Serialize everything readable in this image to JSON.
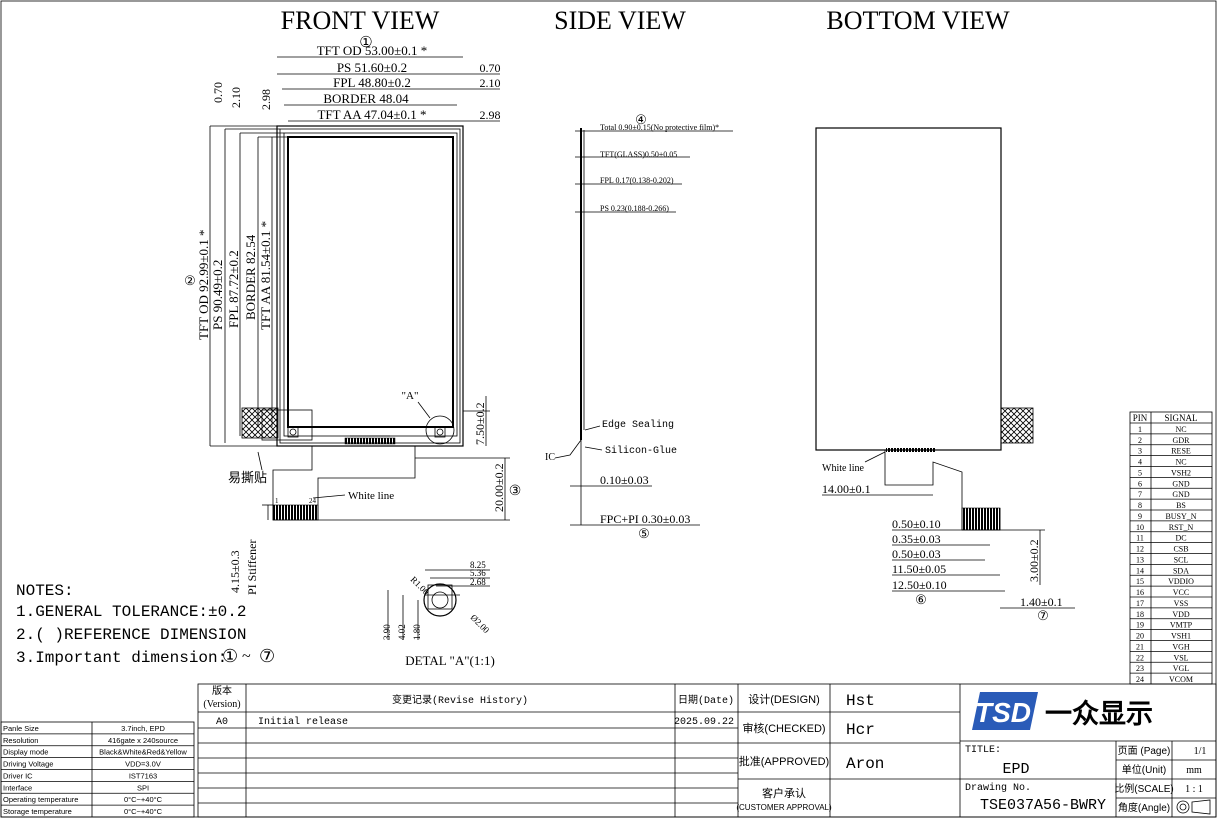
{
  "views": {
    "front": "FRONT VIEW",
    "side": "SIDE VIEW",
    "bottom": "BOTTOM VIEW"
  },
  "circled": [
    "①",
    "②",
    "③",
    "④",
    "⑤",
    "⑥",
    "⑦"
  ],
  "front": {
    "width_dims": [
      "TFT OD 53.00±0.1 *",
      "PS 51.60±0.2",
      "FPL 48.80±0.2",
      "BORDER  48.04",
      "TFT AA 47.04±0.1 *"
    ],
    "right_dims": [
      "0.70",
      "2.10",
      "2.98"
    ],
    "top_vert": [
      "0.70",
      "2.10",
      "2.98"
    ],
    "height_dims": [
      "TFT OD 92.99±0.1 *",
      "PS 90.49±0.2",
      "FPL 87.72±0.2",
      "BORDER 82.54",
      "TFT AA 81.54±0.1 *"
    ],
    "detail_label": "\"A\"",
    "dim_750": "7.50±0.2",
    "dim_2000": "20.00±0.2",
    "tear_label": "易撕贴",
    "white_line": "White line",
    "pin1": "1",
    "pin24": "24",
    "stiffener": "4.15±0.3",
    "stiffener_label": "PI Stiffener"
  },
  "side": {
    "labels": [
      "Total 0.90±0.15(No protective film)*",
      "TFT(GLASS)0.50±0.05",
      "FPL 0.17(0.138-0.202)",
      "PS 0.23(0.188-0.266)"
    ],
    "edge_sealing": "Edge Sealing",
    "silicon_glue": "Silicon-Glue",
    "ic": "IC",
    "dim_010": "0.10±0.03",
    "fpc": "FPC+PI 0.30±0.03"
  },
  "bottom": {
    "white_line": "White line",
    "dim_14": "14.00±0.1",
    "dims": [
      "0.50±0.10",
      "0.35±0.03",
      "0.50±0.03",
      "11.50±0.05",
      "12.50±0.10"
    ],
    "dim_300": "3.00±0.2",
    "dim_140": "1.40±0.1"
  },
  "detail": {
    "title": "DETAL \"A\"(1:1)",
    "r": "R1.00",
    "d": "Ø2.00",
    "h": [
      "8.25",
      "5.36",
      "2.68"
    ],
    "v": [
      "3.90",
      "4.02",
      "1.80"
    ]
  },
  "notes": {
    "title": "NOTES:",
    "lines": [
      "1.GENERAL TOLERANCE:±0.2",
      "2.(  )REFERENCE DIMENSION",
      "3.Important dimension:"
    ]
  },
  "specs": [
    [
      "Panle Size",
      "3.7inch, EPD"
    ],
    [
      "Resolution",
      "416gate x 240source"
    ],
    [
      "Display mode",
      "Black&White&Red&Yellow"
    ],
    [
      "Driving Voltage",
      "VDD=3.0V"
    ],
    [
      "Driver IC",
      "IST7163"
    ],
    [
      "Interface",
      "SPI"
    ],
    [
      "Operating temperature",
      "0°C~+40°C"
    ],
    [
      "Storage temperature",
      "0°C~+40°C"
    ]
  ],
  "revision": {
    "h_version": "版本",
    "h_version2": "(Version)",
    "h_record": "变更记录(Revise History)",
    "h_date": "日期(Date)",
    "version": "A0",
    "record": "Initial release",
    "date": "2025.09.22"
  },
  "approval": {
    "design_label": "设计(DESIGN)",
    "design": "Hst",
    "checked_label": "审核(CHECKED)",
    "checked": "Hcr",
    "approved_label": "批准(APPROVED)",
    "approved": "Aron",
    "customer_label": "客户承认",
    "customer_label2": "(CUSTOMER APPROVAL)"
  },
  "titleblock": {
    "logo": "TSD",
    "company": "一众显示",
    "title_label": "TITLE:",
    "title": "EPD",
    "drawing_label": "Drawing No.",
    "drawing": "TSE037A56-BWRY",
    "page_label": "页面 (Page)",
    "page": "1/1",
    "unit_label": "单位(Unit)",
    "unit": "mm",
    "scale_label": "比例(SCALE)",
    "scale": "1 : 1",
    "angle_label": "角度(Angle)"
  },
  "pins": {
    "header": [
      "PIN",
      "SIGNAL"
    ],
    "rows": [
      [
        "1",
        "NC"
      ],
      [
        "2",
        "GDR"
      ],
      [
        "3",
        "RESE"
      ],
      [
        "4",
        "NC"
      ],
      [
        "5",
        "VSH2"
      ],
      [
        "6",
        "GND"
      ],
      [
        "7",
        "GND"
      ],
      [
        "8",
        "BS"
      ],
      [
        "9",
        "BUSY_N"
      ],
      [
        "10",
        "RST_N"
      ],
      [
        "11",
        "DC"
      ],
      [
        "12",
        "CSB"
      ],
      [
        "13",
        "SCL"
      ],
      [
        "14",
        "SDA"
      ],
      [
        "15",
        "VDDIO"
      ],
      [
        "16",
        "VCC"
      ],
      [
        "17",
        "VSS"
      ],
      [
        "18",
        "VDD"
      ],
      [
        "19",
        "VMTP"
      ],
      [
        "20",
        "VSH1"
      ],
      [
        "21",
        "VGH"
      ],
      [
        "22",
        "VSL"
      ],
      [
        "23",
        "VGL"
      ],
      [
        "24",
        "VCOM"
      ]
    ]
  }
}
